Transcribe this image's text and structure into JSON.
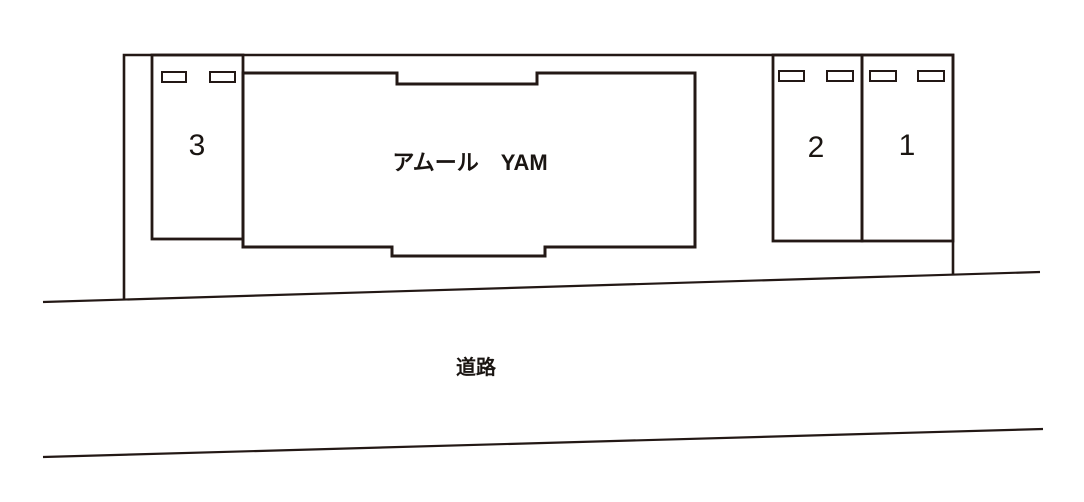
{
  "diagram": {
    "type": "parking-site-plan",
    "building": {
      "label": "アムール　YAM"
    },
    "spaces": [
      {
        "number": "1"
      },
      {
        "number": "2"
      },
      {
        "number": "3"
      }
    ],
    "road": {
      "label": "道路"
    },
    "colors": {
      "line": "#231815",
      "text": "#1a1512",
      "background": "#ffffff"
    }
  }
}
